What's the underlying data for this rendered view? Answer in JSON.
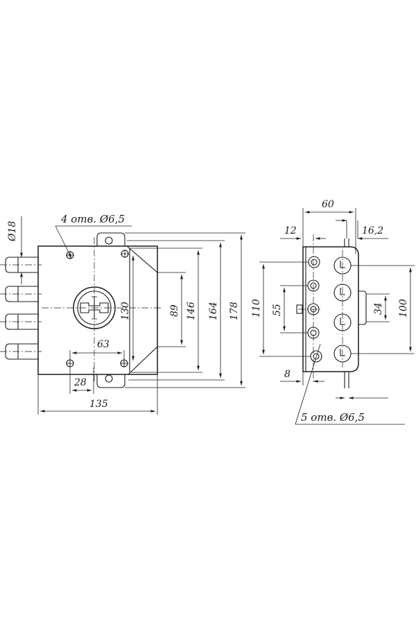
{
  "diagram": {
    "left_view": {
      "bolt_diameter": "Ø18",
      "holes_callout": "4 отв. Ø6,5",
      "width_135": "135",
      "spacing_63": "63",
      "spacing_28": "28",
      "height_130": "130",
      "height_89": "89",
      "height_146": "146",
      "height_164": "164",
      "height_178": "178"
    },
    "right_view": {
      "width_60": "60",
      "offset_12": "12",
      "offset_16_2": "16,2",
      "height_110": "110",
      "height_55": "55",
      "height_34": "34",
      "height_100": "100",
      "offset_8": "8",
      "holes_callout": "5 отв. Ø6,5"
    }
  }
}
